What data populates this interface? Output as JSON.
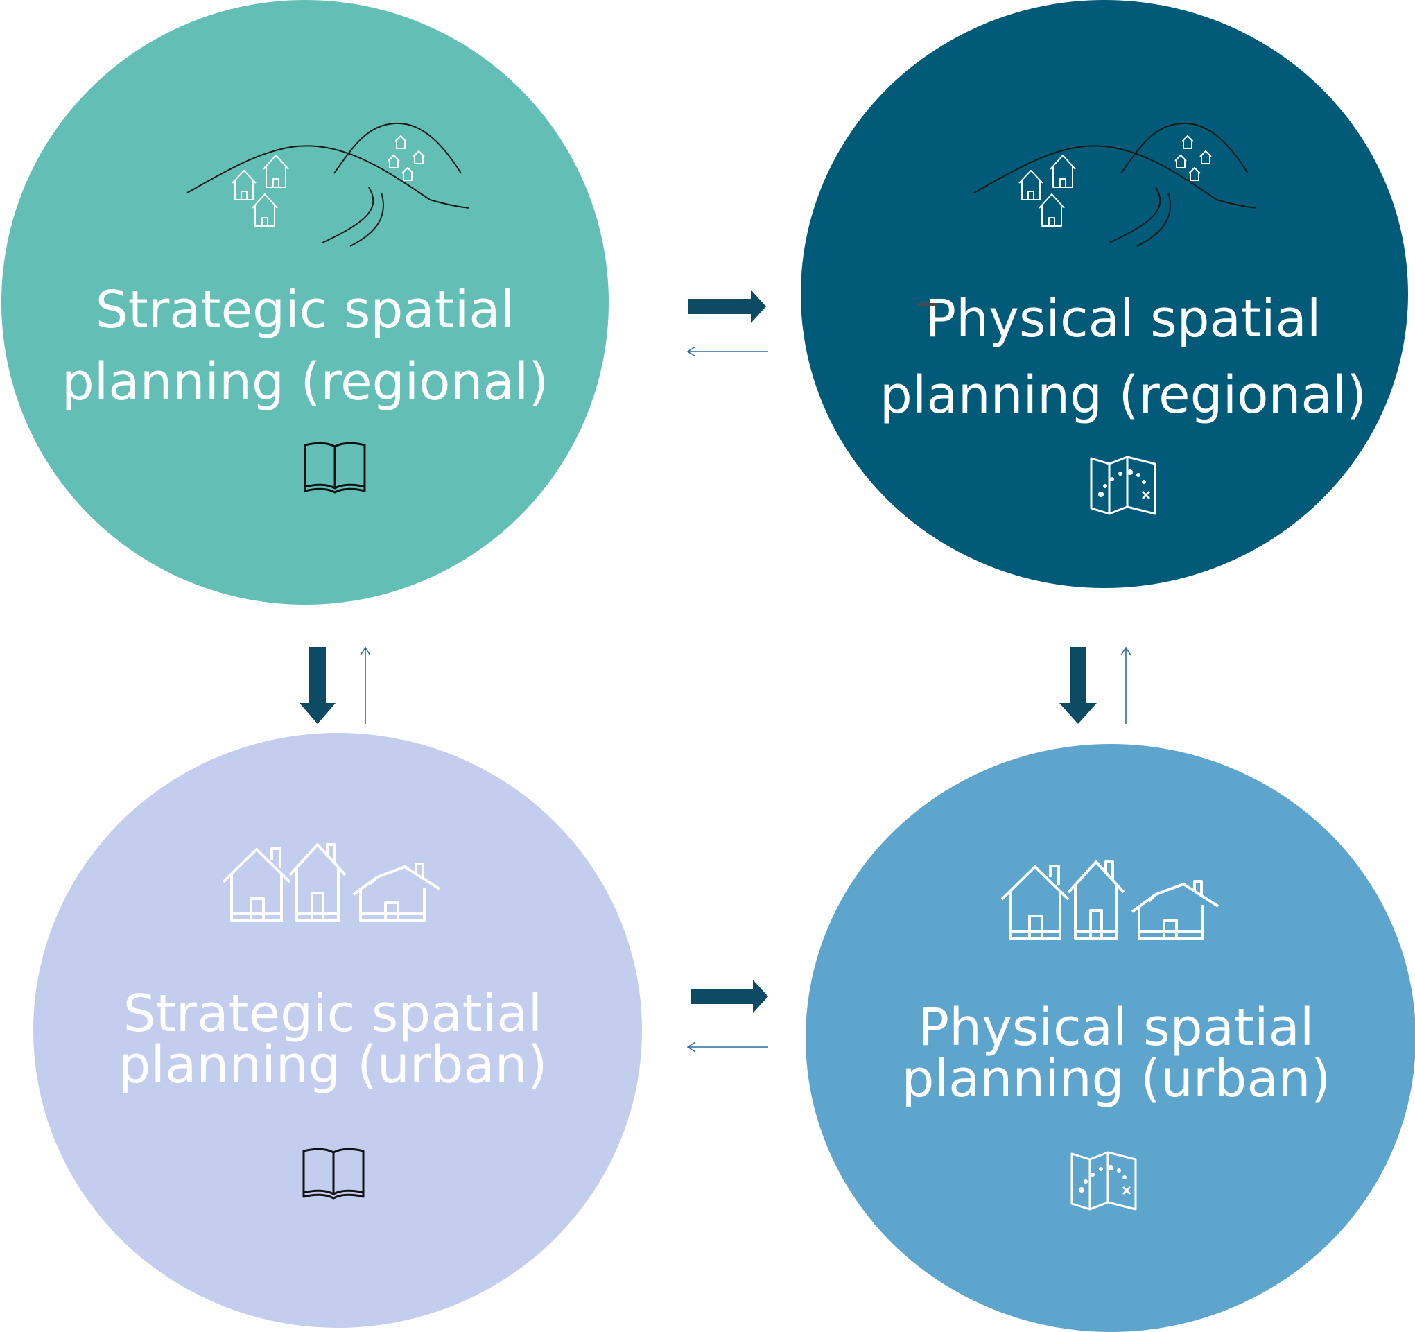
{
  "nodes": {
    "strategic_regional": {
      "line1": "Strategic spatial",
      "line2": "planning (regional)",
      "icon": "book-icon",
      "color": "#63bfb5"
    },
    "physical_regional": {
      "line1": "Physical spatial",
      "line2": "planning (regional)",
      "icon": "map-icon",
      "color": "#015a77"
    },
    "strategic_urban": {
      "line1": "Strategic spatial",
      "line2": "planning (urban)",
      "icon": "book-icon",
      "color": "#c3cded"
    },
    "physical_urban": {
      "line1": "Physical spatial",
      "line2": "planning (urban)",
      "icon": "map-icon",
      "color": "#5ea5ce"
    }
  },
  "arrow_color": "#0d4a63"
}
